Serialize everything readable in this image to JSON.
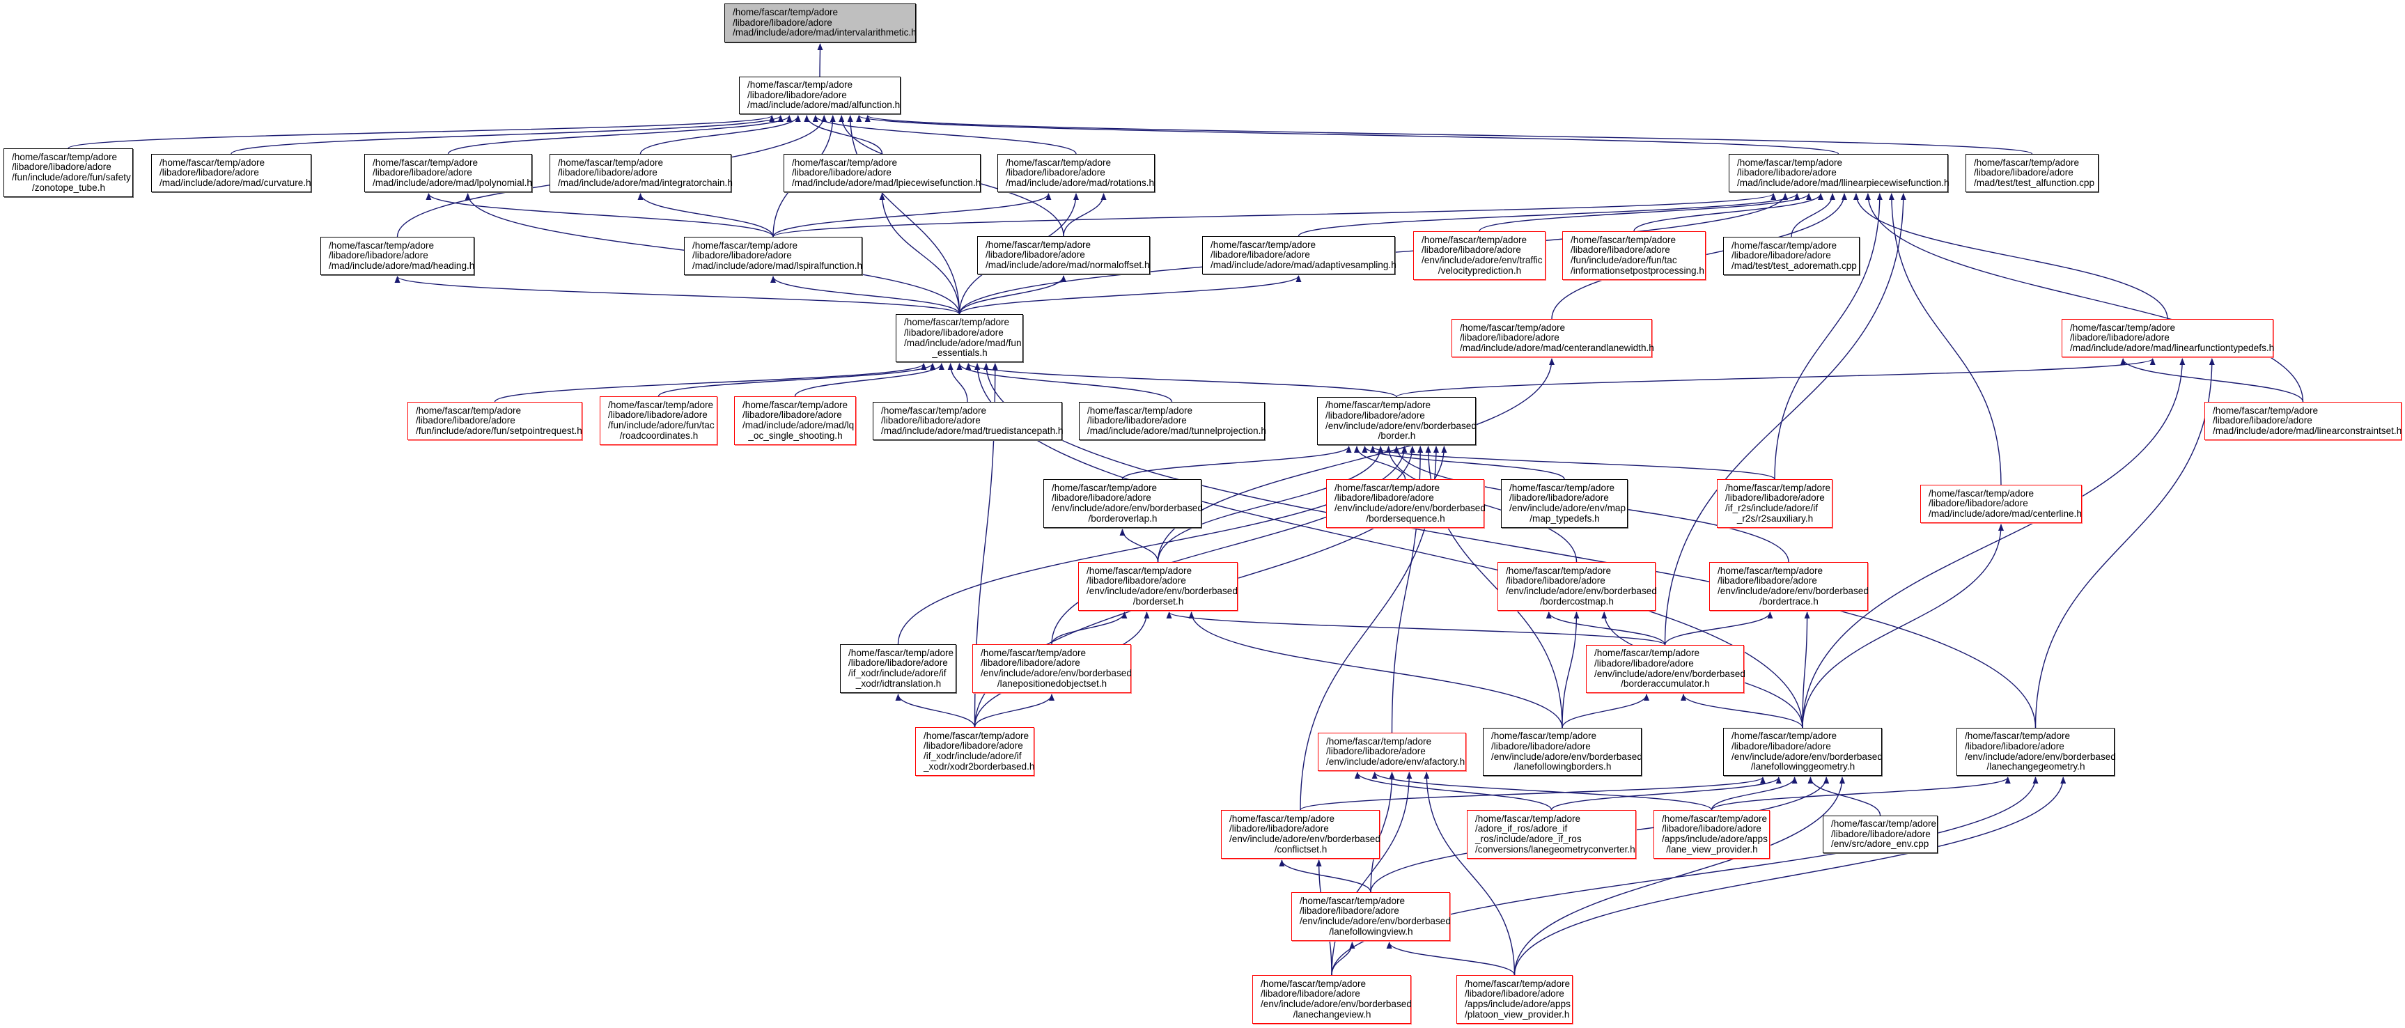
{
  "graph_type": "include dependency graph",
  "colors": {
    "edge": "#191970",
    "focus_fill": "#bfbfbf",
    "incomplete_border": "#ff0000",
    "complete_border": "#000000"
  },
  "nodes": [
    {
      "id": "intervalarithmetic",
      "border": "black",
      "focus": true,
      "lines": [
        "/home/fascar/temp/adore",
        "/libadore/libadore/adore",
        "/mad/include/adore/mad/intervalarithmetic.h"
      ]
    },
    {
      "id": "alfunction",
      "border": "black",
      "lines": [
        "/home/fascar/temp/adore",
        "/libadore/libadore/adore",
        "/mad/include/adore/mad/alfunction.h"
      ]
    },
    {
      "id": "zonotope_tube",
      "border": "black",
      "lines": [
        "/home/fascar/temp/adore",
        "/libadore/libadore/adore",
        "/fun/include/adore/fun/safety",
        "/zonotope_tube.h"
      ]
    },
    {
      "id": "curvature",
      "border": "black",
      "lines": [
        "/home/fascar/temp/adore",
        "/libadore/libadore/adore",
        "/mad/include/adore/mad/curvature.h"
      ]
    },
    {
      "id": "lpolynomial",
      "border": "black",
      "lines": [
        "/home/fascar/temp/adore",
        "/libadore/libadore/adore",
        "/mad/include/adore/mad/lpolynomial.h"
      ]
    },
    {
      "id": "integratorchain",
      "border": "black",
      "lines": [
        "/home/fascar/temp/adore",
        "/libadore/libadore/adore",
        "/mad/include/adore/mad/integratorchain.h"
      ]
    },
    {
      "id": "lpiecewisefunction",
      "border": "black",
      "lines": [
        "/home/fascar/temp/adore",
        "/libadore/libadore/adore",
        "/mad/include/adore/mad/lpiecewisefunction.h"
      ]
    },
    {
      "id": "rotations",
      "border": "black",
      "lines": [
        "/home/fascar/temp/adore",
        "/libadore/libadore/adore",
        "/mad/include/adore/mad/rotations.h"
      ]
    },
    {
      "id": "llinearpiecewisefunction",
      "border": "black",
      "lines": [
        "/home/fascar/temp/adore",
        "/libadore/libadore/adore",
        "/mad/include/adore/mad/llinearpiecewisefunction.h"
      ]
    },
    {
      "id": "test_alfunction",
      "border": "black",
      "lines": [
        "/home/fascar/temp/adore",
        "/libadore/libadore/adore",
        "/mad/test/test_alfunction.cpp"
      ]
    },
    {
      "id": "heading",
      "border": "black",
      "lines": [
        "/home/fascar/temp/adore",
        "/libadore/libadore/adore",
        "/mad/include/adore/mad/heading.h"
      ]
    },
    {
      "id": "lspiralfunction",
      "border": "black",
      "lines": [
        "/home/fascar/temp/adore",
        "/libadore/libadore/adore",
        "/mad/include/adore/mad/lspiralfunction.h"
      ]
    },
    {
      "id": "normaloffset",
      "border": "black",
      "lines": [
        "/home/fascar/temp/adore",
        "/libadore/libadore/adore",
        "/mad/include/adore/mad/normaloffset.h"
      ]
    },
    {
      "id": "adaptivesampling",
      "border": "black",
      "lines": [
        "/home/fascar/temp/adore",
        "/libadore/libadore/adore",
        "/mad/include/adore/mad/adaptivesampling.h"
      ]
    },
    {
      "id": "velocityprediction",
      "border": "red",
      "lines": [
        "/home/fascar/temp/adore",
        "/libadore/libadore/adore",
        "/env/include/adore/env/traffic",
        "/velocityprediction.h"
      ]
    },
    {
      "id": "informationsetpostprocessing",
      "border": "red",
      "lines": [
        "/home/fascar/temp/adore",
        "/libadore/libadore/adore",
        "/fun/include/adore/fun/tac",
        "/informationsetpostprocessing.h"
      ]
    },
    {
      "id": "test_adoremath",
      "border": "black",
      "lines": [
        "/home/fascar/temp/adore",
        "/libadore/libadore/adore",
        "/mad/test/test_adoremath.cpp"
      ]
    },
    {
      "id": "fun_essentials",
      "border": "black",
      "lines": [
        "/home/fascar/temp/adore",
        "/libadore/libadore/adore",
        "/mad/include/adore/mad/fun",
        "_essentials.h"
      ]
    },
    {
      "id": "centerandlanewidth",
      "border": "red",
      "lines": [
        "/home/fascar/temp/adore",
        "/libadore/libadore/adore",
        "/mad/include/adore/mad/centerandlanewidth.h"
      ]
    },
    {
      "id": "linearfunctiontypedefs",
      "border": "red",
      "lines": [
        "/home/fascar/temp/adore",
        "/libadore/libadore/adore",
        "/mad/include/adore/mad/linearfunctiontypedefs.h"
      ]
    },
    {
      "id": "setpointrequest",
      "border": "red",
      "lines": [
        "/home/fascar/temp/adore",
        "/libadore/libadore/adore",
        "/fun/include/adore/fun/setpointrequest.h"
      ]
    },
    {
      "id": "roadcoordinates",
      "border": "red",
      "lines": [
        "/home/fascar/temp/adore",
        "/libadore/libadore/adore",
        "/fun/include/adore/fun/tac",
        "/roadcoordinates.h"
      ]
    },
    {
      "id": "lq_oc_single_shooting",
      "border": "red",
      "lines": [
        "/home/fascar/temp/adore",
        "/libadore/libadore/adore",
        "/mad/include/adore/mad/lq",
        "_oc_single_shooting.h"
      ]
    },
    {
      "id": "truedistancepath",
      "border": "black",
      "lines": [
        "/home/fascar/temp/adore",
        "/libadore/libadore/adore",
        "/mad/include/adore/mad/truedistancepath.h"
      ]
    },
    {
      "id": "tunnelprojection",
      "border": "black",
      "lines": [
        "/home/fascar/temp/adore",
        "/libadore/libadore/adore",
        "/mad/include/adore/mad/tunnelprojection.h"
      ]
    },
    {
      "id": "border",
      "border": "black",
      "lines": [
        "/home/fascar/temp/adore",
        "/libadore/libadore/adore",
        "/env/include/adore/env/borderbased",
        "/border.h"
      ]
    },
    {
      "id": "linearconstraintset",
      "border": "red",
      "lines": [
        "/home/fascar/temp/adore",
        "/libadore/libadore/adore",
        "/mad/include/adore/mad/linearconstraintset.h"
      ]
    },
    {
      "id": "borderoverlap",
      "border": "black",
      "lines": [
        "/home/fascar/temp/adore",
        "/libadore/libadore/adore",
        "/env/include/adore/env/borderbased",
        "/borderoverlap.h"
      ]
    },
    {
      "id": "bordersequence",
      "border": "red",
      "lines": [
        "/home/fascar/temp/adore",
        "/libadore/libadore/adore",
        "/env/include/adore/env/borderbased",
        "/bordersequence.h"
      ]
    },
    {
      "id": "map_typedefs",
      "border": "black",
      "lines": [
        "/home/fascar/temp/adore",
        "/libadore/libadore/adore",
        "/env/include/adore/env/map",
        "/map_typedefs.h"
      ]
    },
    {
      "id": "r2sauxiliary",
      "border": "red",
      "lines": [
        "/home/fascar/temp/adore",
        "/libadore/libadore/adore",
        "/if_r2s/include/adore/if",
        "_r2s/r2sauxiliary.h"
      ]
    },
    {
      "id": "centerline",
      "border": "red",
      "lines": [
        "/home/fascar/temp/adore",
        "/libadore/libadore/adore",
        "/mad/include/adore/mad/centerline.h"
      ]
    },
    {
      "id": "borderset",
      "border": "red",
      "lines": [
        "/home/fascar/temp/adore",
        "/libadore/libadore/adore",
        "/env/include/adore/env/borderbased",
        "/borderset.h"
      ]
    },
    {
      "id": "bordercostmap",
      "border": "red",
      "lines": [
        "/home/fascar/temp/adore",
        "/libadore/libadore/adore",
        "/env/include/adore/env/borderbased",
        "/bordercostmap.h"
      ]
    },
    {
      "id": "bordertrace",
      "border": "red",
      "lines": [
        "/home/fascar/temp/adore",
        "/libadore/libadore/adore",
        "/env/include/adore/env/borderbased",
        "/bordertrace.h"
      ]
    },
    {
      "id": "idtranslation",
      "border": "black",
      "lines": [
        "/home/fascar/temp/adore",
        "/libadore/libadore/adore",
        "/if_xodr/include/adore/if",
        "_xodr/idtranslation.h"
      ]
    },
    {
      "id": "lanepositionedobjectset",
      "border": "red",
      "lines": [
        "/home/fascar/temp/adore",
        "/libadore/libadore/adore",
        "/env/include/adore/env/borderbased",
        "/lanepositionedobjectset.h"
      ]
    },
    {
      "id": "borderaccumulator",
      "border": "red",
      "lines": [
        "/home/fascar/temp/adore",
        "/libadore/libadore/adore",
        "/env/include/adore/env/borderbased",
        "/borderaccumulator.h"
      ]
    },
    {
      "id": "xodr2borderbased",
      "border": "red",
      "lines": [
        "/home/fascar/temp/adore",
        "/libadore/libadore/adore",
        "/if_xodr/include/adore/if",
        "_xodr/xodr2borderbased.h"
      ]
    },
    {
      "id": "afactory",
      "border": "red",
      "lines": [
        "/home/fascar/temp/adore",
        "/libadore/libadore/adore",
        "/env/include/adore/env/afactory.h"
      ]
    },
    {
      "id": "lanefollowingborders",
      "border": "black",
      "lines": [
        "/home/fascar/temp/adore",
        "/libadore/libadore/adore",
        "/env/include/adore/env/borderbased",
        "/lanefollowingborders.h"
      ]
    },
    {
      "id": "lanefollowinggeometry",
      "border": "black",
      "lines": [
        "/home/fascar/temp/adore",
        "/libadore/libadore/adore",
        "/env/include/adore/env/borderbased",
        "/lanefollowinggeometry.h"
      ]
    },
    {
      "id": "lanechangegeometry",
      "border": "black",
      "lines": [
        "/home/fascar/temp/adore",
        "/libadore/libadore/adore",
        "/env/include/adore/env/borderbased",
        "/lanechangegeometry.h"
      ]
    },
    {
      "id": "conflictset",
      "border": "red",
      "lines": [
        "/home/fascar/temp/adore",
        "/libadore/libadore/adore",
        "/env/include/adore/env/borderbased",
        "/conflictset.h"
      ]
    },
    {
      "id": "lanegeometryconverter",
      "border": "red",
      "lines": [
        "/home/fascar/temp/adore",
        "/adore_if_ros/adore_if",
        "_ros/include/adore_if_ros",
        "/conversions/lanegeometryconverter.h"
      ]
    },
    {
      "id": "lane_view_provider",
      "border": "red",
      "lines": [
        "/home/fascar/temp/adore",
        "/libadore/libadore/adore",
        "/apps/include/adore/apps",
        "/lane_view_provider.h"
      ]
    },
    {
      "id": "adore_env",
      "border": "black",
      "lines": [
        "/home/fascar/temp/adore",
        "/libadore/libadore/adore",
        "/env/src/adore_env.cpp"
      ]
    },
    {
      "id": "lanefollowingview",
      "border": "red",
      "lines": [
        "/home/fascar/temp/adore",
        "/libadore/libadore/adore",
        "/env/include/adore/env/borderbased",
        "/lanefollowingview.h"
      ]
    },
    {
      "id": "lanechangeview",
      "border": "red",
      "lines": [
        "/home/fascar/temp/adore",
        "/libadore/libadore/adore",
        "/env/include/adore/env/borderbased",
        "/lanechangeview.h"
      ]
    },
    {
      "id": "platoon_view_provider",
      "border": "red",
      "lines": [
        "/home/fascar/temp/adore",
        "/libadore/libadore/adore",
        "/apps/include/adore/apps",
        "/platoon_view_provider.h"
      ]
    }
  ],
  "edges": [
    [
      "alfunction",
      "intervalarithmetic"
    ],
    [
      "zonotope_tube",
      "alfunction"
    ],
    [
      "curvature",
      "alfunction"
    ],
    [
      "lpolynomial",
      "alfunction"
    ],
    [
      "integratorchain",
      "alfunction"
    ],
    [
      "lpiecewisefunction",
      "alfunction"
    ],
    [
      "rotations",
      "alfunction"
    ],
    [
      "heading",
      "alfunction"
    ],
    [
      "lspiralfunction",
      "alfunction"
    ],
    [
      "normaloffset",
      "alfunction"
    ],
    [
      "fun_essentials",
      "alfunction"
    ],
    [
      "llinearpiecewisefunction",
      "alfunction"
    ],
    [
      "test_alfunction",
      "alfunction"
    ],
    [
      "lspiralfunction",
      "lpolynomial"
    ],
    [
      "lspiralfunction",
      "integratorchain"
    ],
    [
      "lspiralfunction",
      "rotations"
    ],
    [
      "lspiralfunction",
      "llinearpiecewisefunction"
    ],
    [
      "fun_essentials",
      "lpolynomial"
    ],
    [
      "fun_essentials",
      "heading"
    ],
    [
      "fun_essentials",
      "lspiralfunction"
    ],
    [
      "fun_essentials",
      "lpiecewisefunction"
    ],
    [
      "fun_essentials",
      "rotations"
    ],
    [
      "fun_essentials",
      "normaloffset"
    ],
    [
      "fun_essentials",
      "adaptivesampling"
    ],
    [
      "fun_essentials",
      "llinearpiecewisefunction"
    ],
    [
      "normaloffset",
      "rotations"
    ],
    [
      "adaptivesampling",
      "llinearpiecewisefunction"
    ],
    [
      "velocityprediction",
      "llinearpiecewisefunction"
    ],
    [
      "informationsetpostprocessing",
      "llinearpiecewisefunction"
    ],
    [
      "test_adoremath",
      "llinearpiecewisefunction"
    ],
    [
      "centerandlanewidth",
      "llinearpiecewisefunction"
    ],
    [
      "linearfunctiontypedefs",
      "llinearpiecewisefunction"
    ],
    [
      "linearconstraintset",
      "llinearpiecewisefunction"
    ],
    [
      "r2sauxiliary",
      "llinearpiecewisefunction"
    ],
    [
      "centerline",
      "llinearpiecewisefunction"
    ],
    [
      "borderaccumulator",
      "llinearpiecewisefunction"
    ],
    [
      "linearconstraintset",
      "linearfunctiontypedefs"
    ],
    [
      "setpointrequest",
      "fun_essentials"
    ],
    [
      "roadcoordinates",
      "fun_essentials"
    ],
    [
      "lq_oc_single_shooting",
      "fun_essentials"
    ],
    [
      "truedistancepath",
      "fun_essentials"
    ],
    [
      "tunnelprojection",
      "fun_essentials"
    ],
    [
      "border",
      "fun_essentials"
    ],
    [
      "lanefollowinggeometry",
      "fun_essentials"
    ],
    [
      "lanechangegeometry",
      "fun_essentials"
    ],
    [
      "xodr2borderbased",
      "fun_essentials"
    ],
    [
      "border",
      "linearfunctiontypedefs"
    ],
    [
      "borderset",
      "centerandlanewidth"
    ],
    [
      "lanefollowinggeometry",
      "linearfunctiontypedefs"
    ],
    [
      "lanechangegeometry",
      "linearfunctiontypedefs"
    ],
    [
      "borderoverlap",
      "border"
    ],
    [
      "bordersequence",
      "border"
    ],
    [
      "map_typedefs",
      "border"
    ],
    [
      "r2sauxiliary",
      "border"
    ],
    [
      "borderset",
      "border"
    ],
    [
      "bordercostmap",
      "border"
    ],
    [
      "bordertrace",
      "border"
    ],
    [
      "idtranslation",
      "border"
    ],
    [
      "lanepositionedobjectset",
      "border"
    ],
    [
      "afactory",
      "border"
    ],
    [
      "lanefollowingborders",
      "border"
    ],
    [
      "conflictset",
      "border"
    ],
    [
      "xodr2borderbased",
      "border"
    ],
    [
      "borderset",
      "borderoverlap"
    ],
    [
      "lanepositionedobjectset",
      "borderset"
    ],
    [
      "xodr2borderbased",
      "borderset"
    ],
    [
      "borderaccumulator",
      "borderset"
    ],
    [
      "lanefollowingborders",
      "borderset"
    ],
    [
      "lanefollowinggeometry",
      "centerline"
    ],
    [
      "borderaccumulator",
      "bordercostmap"
    ],
    [
      "borderaccumulator",
      "bordertrace"
    ],
    [
      "lanefollowingborders",
      "bordercostmap"
    ],
    [
      "lanefollowingborders",
      "borderaccumulator"
    ],
    [
      "lanefollowinggeometry",
      "bordercostmap"
    ],
    [
      "lanefollowinggeometry",
      "bordertrace"
    ],
    [
      "lanefollowinggeometry",
      "borderaccumulator"
    ],
    [
      "xodr2borderbased",
      "idtranslation"
    ],
    [
      "xodr2borderbased",
      "lanepositionedobjectset"
    ],
    [
      "conflictset",
      "lanefollowinggeometry"
    ],
    [
      "lanegeometryconverter",
      "afactory"
    ],
    [
      "lanegeometryconverter",
      "lanefollowinggeometry"
    ],
    [
      "lane_view_provider",
      "afactory"
    ],
    [
      "lane_view_provider",
      "lanefollowinggeometry"
    ],
    [
      "lane_view_provider",
      "lanechangegeometry"
    ],
    [
      "adore_env",
      "lanefollowinggeometry"
    ],
    [
      "lanefollowingview",
      "afactory"
    ],
    [
      "lanefollowingview",
      "conflictset"
    ],
    [
      "lanefollowingview",
      "lanefollowinggeometry"
    ],
    [
      "lanechangeview",
      "conflictset"
    ],
    [
      "lanechangeview",
      "lanefollowingview"
    ],
    [
      "lanechangeview",
      "lanechangegeometry"
    ],
    [
      "lanechangeview",
      "afactory"
    ],
    [
      "platoon_view_provider",
      "lanefollowingview"
    ],
    [
      "platoon_view_provider",
      "afactory"
    ],
    [
      "platoon_view_provider",
      "lanefollowinggeometry"
    ],
    [
      "platoon_view_provider",
      "lanechangegeometry"
    ]
  ]
}
